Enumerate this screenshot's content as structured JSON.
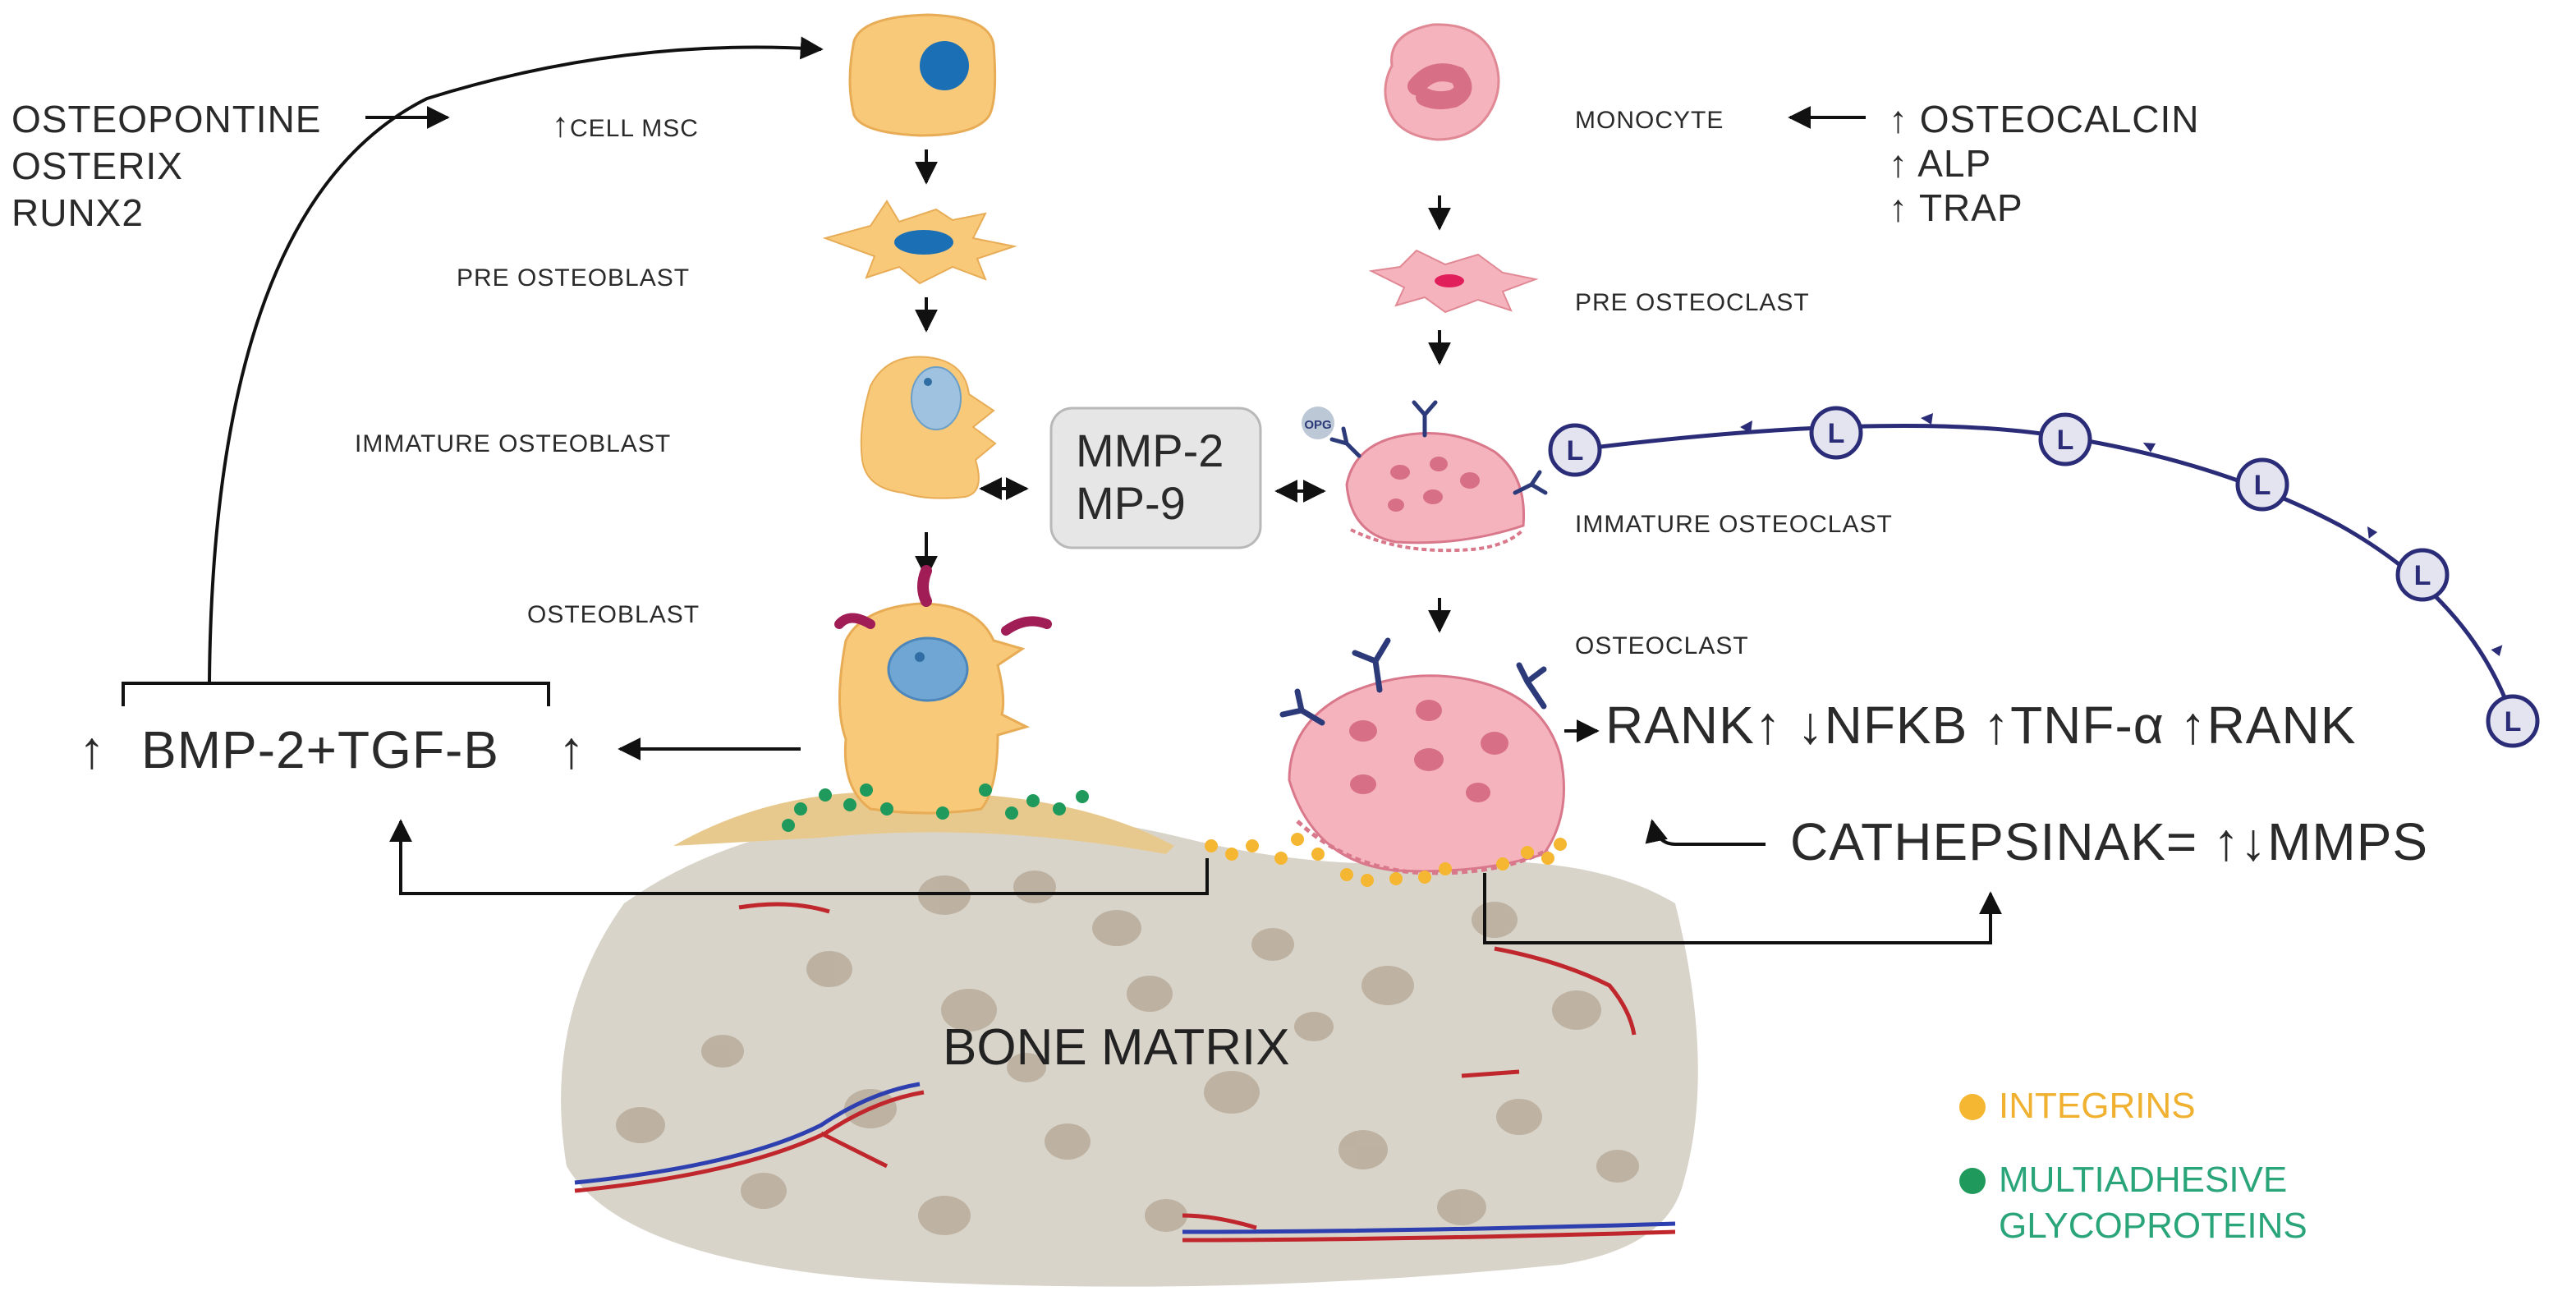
{
  "colors": {
    "osteoblast": "#f9c97a",
    "nucleus_blue": "#1a6fb5",
    "osteoclast": "#f5b3bd",
    "receptor": "#2c3a7a",
    "ligand": "#2b2c78",
    "integrin": "#f5b731",
    "glycoprotein": "#1f9a5c",
    "bone": "#d8d2c6",
    "mmp_box": "#e6e6e6"
  },
  "left_markers": [
    "OSTEOPONTINE",
    "OSTERIX",
    "RUNX2"
  ],
  "osteoblast_lineage": {
    "cell_msc": "CELL MSC",
    "pre_osteoblast": "PRE OSTEOBLAST",
    "immature_osteoblast": "IMMATURE OSTEOBLAST",
    "osteoblast": "OSTEOBLAST"
  },
  "osteoclast_lineage": {
    "monocyte": "MONOCYTE",
    "pre_osteoclast": "PRE OSTEOCLAST",
    "immature_osteoclast": "IMMATURE OSTEOCLAST",
    "osteoclast": "OSTEOCLAST",
    "opg": "OPG"
  },
  "right_markers": [
    "OSTEOCALCIN",
    "ALP",
    "TRAP"
  ],
  "mmp_box": {
    "line1": "MMP-2",
    "line2": "MP-9"
  },
  "bmp": {
    "up_left": "↑",
    "text": "BMP-2+TGF-B",
    "up_right": "↑"
  },
  "rank_line": "RANK↑ ↓NFKB ↑TNF-α ↑RANK",
  "cathepsin": "CATHEPSINAK= ↑↓MMPS",
  "ligand_label": "L",
  "bone_label": "BONE MATRIX",
  "legend": {
    "integrins": "INTEGRINS",
    "glyco_line1": "MULTIADHESIVE",
    "glyco_line2": "GLYCOPROTEINS"
  }
}
